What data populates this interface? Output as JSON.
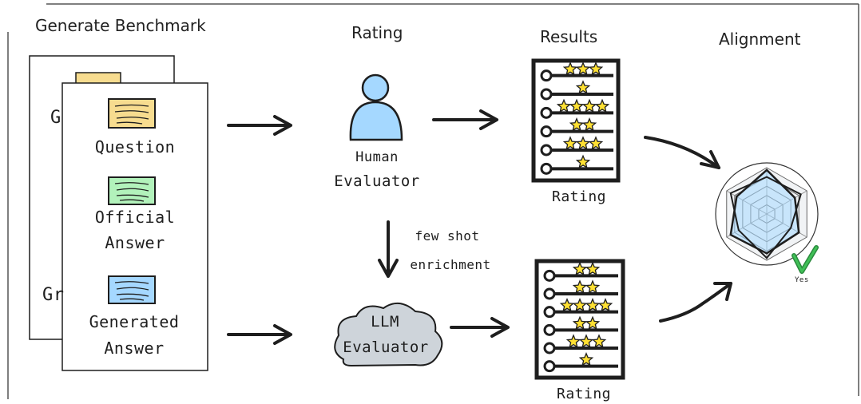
{
  "headers": {
    "generate": "Generate Benchmark",
    "rating": "Rating",
    "results": "Results",
    "alignment": "Alignment"
  },
  "doc": {
    "question": "Question",
    "official_line1": "Official",
    "official_line2": "Answer",
    "generated_line1": "Generated",
    "generated_line2": "Answer",
    "back_fragment_1": "G",
    "back_fragment_2": "Gr"
  },
  "human": {
    "line1": "Human",
    "line2": "Evaluator"
  },
  "llm": {
    "line1": "LLM",
    "line2": "Evaluator"
  },
  "fewshot": {
    "line1": "few shot",
    "line2": "enrichment"
  },
  "results": {
    "top_label": "Rating",
    "bottom_label": "Rating"
  },
  "ratings": {
    "top": [
      3,
      1,
      4,
      2,
      3,
      1
    ],
    "bottom": [
      2,
      2,
      4,
      2,
      3,
      1
    ]
  },
  "radar": {
    "check_label": "Yes"
  },
  "colors": {
    "question_note": "#f7dc8f",
    "official_note": "#b2f2bb",
    "generated_note": "#a5d8ff",
    "human_fill": "#a5d8ff",
    "cloud_fill": "#ced4da",
    "star": "#ffe033",
    "check": "#40c057"
  }
}
